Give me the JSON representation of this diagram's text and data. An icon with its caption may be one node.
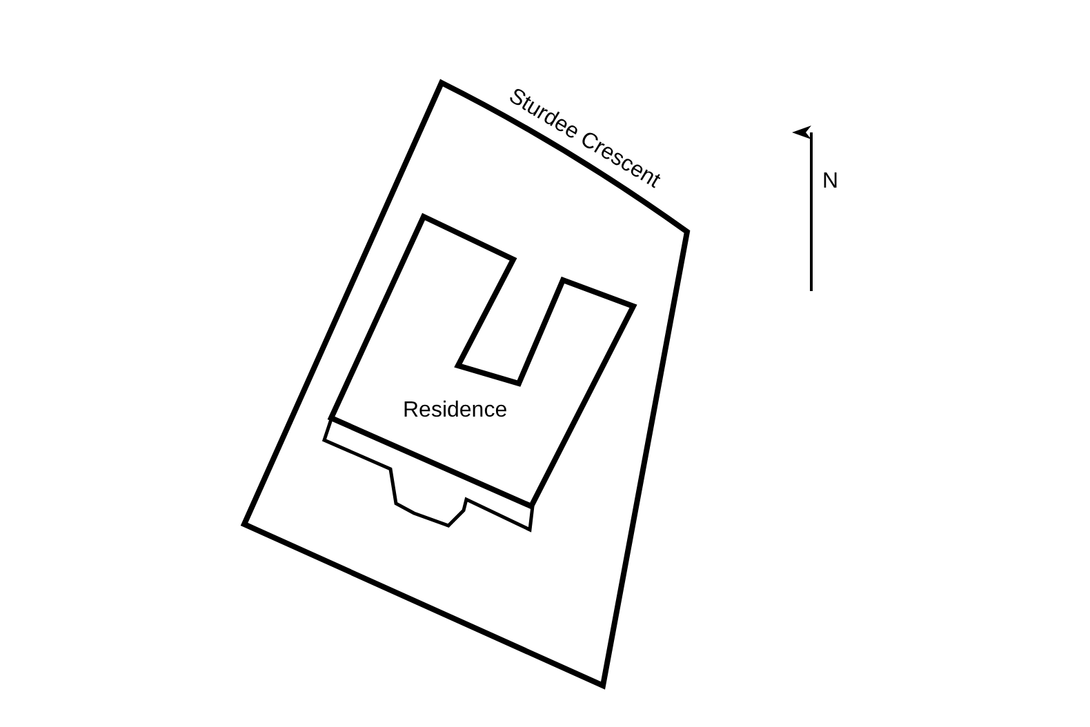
{
  "diagram": {
    "nodes": [
      {
        "text": [
          "Residence"
        ]
      }
    ],
    "edges": [],
    "labels": [
      "Sturdee Crescent",
      "N"
    ]
  }
}
